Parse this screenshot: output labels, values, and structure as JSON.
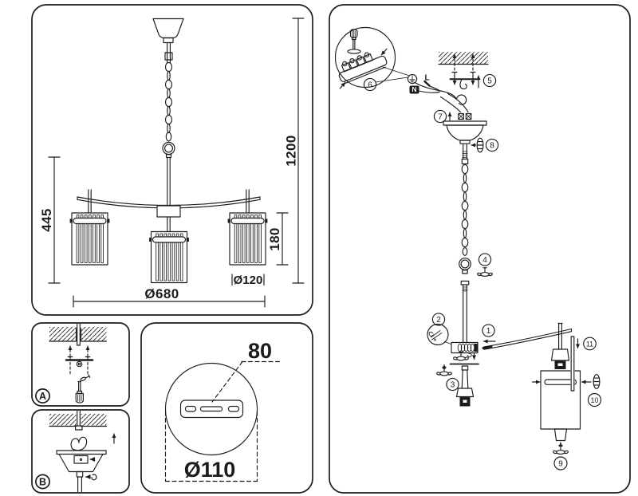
{
  "dimension_panel": {
    "total_drop": "1200",
    "body_height": "445",
    "shade_height": "180",
    "shade_diameter": "Ø120",
    "fixture_diameter": "Ø680"
  },
  "step_panels": {
    "step_a_label": "A",
    "step_b_label": "B"
  },
  "mount_plate_panel": {
    "slot_length": "80",
    "plate_diameter": "Ø110"
  },
  "assembly_panel": {
    "wiring": {
      "line_label": "L",
      "neutral_label": "N"
    },
    "callout_neutral_label": "N",
    "parts": [
      "1",
      "2",
      "3",
      "4",
      "5",
      "6",
      "7",
      "8",
      "9",
      "10",
      "11"
    ]
  },
  "colors": {
    "ink": "#1c1c1c",
    "paper": "#ffffff"
  }
}
